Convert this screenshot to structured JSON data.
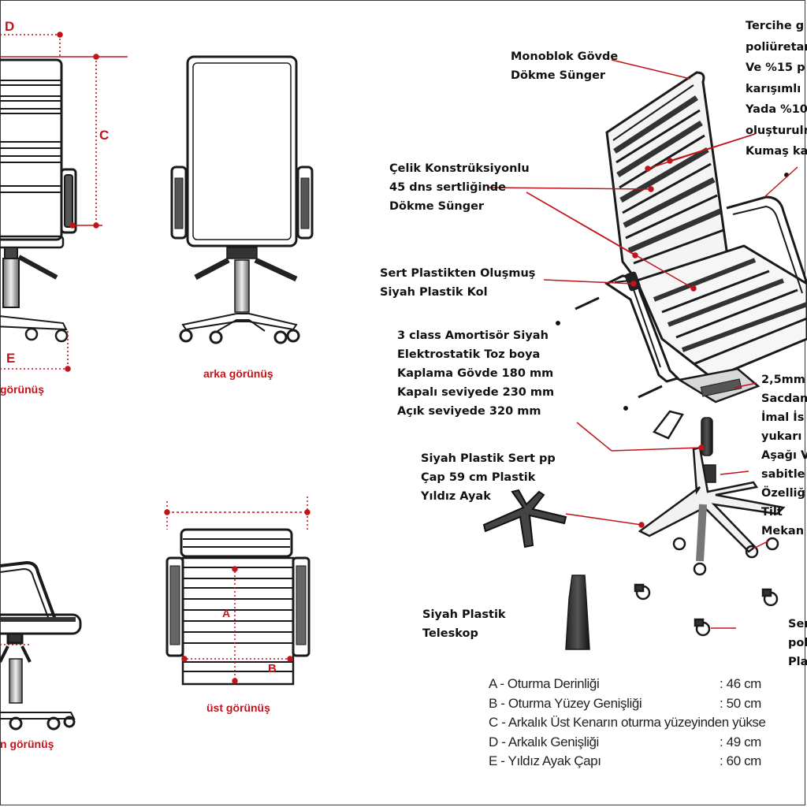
{
  "view_labels": {
    "front": "görünüş",
    "back": "arka görünüş",
    "side": "n görünüş",
    "top": "üst görünüş"
  },
  "dimension_letters": {
    "A": "A",
    "B": "B",
    "C": "C",
    "D": "D",
    "E": "E"
  },
  "callouts": {
    "top_right": [
      "Tercihe g",
      "poliüretan",
      "Ve %15 p",
      "karışımlı",
      "Yada %10",
      "oluşturulm",
      "Kumaş ka"
    ],
    "monoblok": [
      "Monoblok Gövde",
      "Dökme Sünger"
    ],
    "celik": [
      "Çelik Konstrüksiyonlu",
      "45 dns sertliğinde",
      "Dökme Sünger"
    ],
    "kol": [
      "Sert Plastikten Oluşmuş",
      "Siyah Plastik Kol"
    ],
    "amortisor": [
      "3 class Amortisör Siyah",
      "Elektrostatik Toz boya",
      "Kaplama Gövde  180 mm",
      "Kapalı seviyede  230 mm",
      "Açık seviyede    320 mm"
    ],
    "ayak": [
      "Siyah Plastik Sert pp",
      "Çap 59 cm Plastik",
      "Yıldız Ayak"
    ],
    "mekanizma": [
      "2,5mm",
      "Sacdan",
      "İmal İs",
      "yukarı",
      "Aşağı V",
      "sabitle",
      "Özelliğ",
      "Tilt",
      "Mekan"
    ],
    "teleskop": [
      "Siyah Plastik",
      "Teleskop"
    ],
    "teker": [
      "Ser",
      "pol",
      "Pla"
    ]
  },
  "legend": [
    {
      "label": "A - Oturma Derinliği",
      "value": ": 46 cm"
    },
    {
      "label": "B - Oturma Yüzey Genişliği",
      "value": ": 50 cm"
    },
    {
      "label": "C - Arkalık Üst Kenarın oturma yüzeyinden yükse",
      "value": ""
    },
    {
      "label": "D - Arkalık Genişliği",
      "value": ": 49 cm"
    },
    {
      "label": "E - Yıldız Ayak Çapı",
      "value": ": 60 cm"
    }
  ],
  "colors": {
    "dimension_red": "#c0141c",
    "line_dark": "#1a1a1a",
    "frame": "#3a3a3a"
  }
}
